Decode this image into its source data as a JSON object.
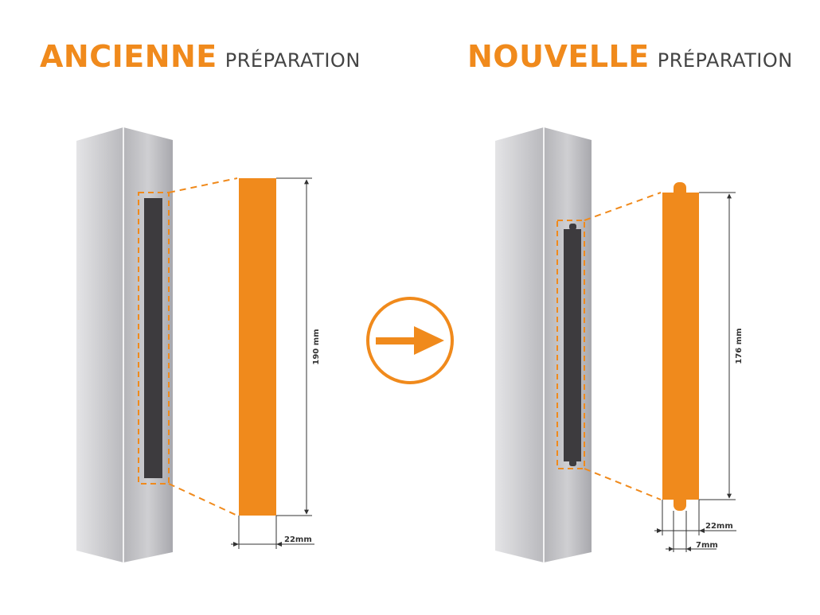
{
  "colors": {
    "accent": "#f08a1c",
    "post_light": "#d9d9dc",
    "post_dark": "#a9a9ae",
    "slot": "#3d3b3e",
    "dim_line": "#333333"
  },
  "before": {
    "title_bold": "ANCIENNE",
    "title_light": "PRÉPARATION",
    "height_label": "190 mm",
    "width_label": "22mm"
  },
  "after": {
    "title_bold": "NOUVELLE",
    "title_light": "PRÉPARATION",
    "height_label": "176 mm",
    "width_label": "22mm",
    "tab_label": "7mm"
  },
  "transition": {
    "icon": "arrow-right-icon"
  }
}
